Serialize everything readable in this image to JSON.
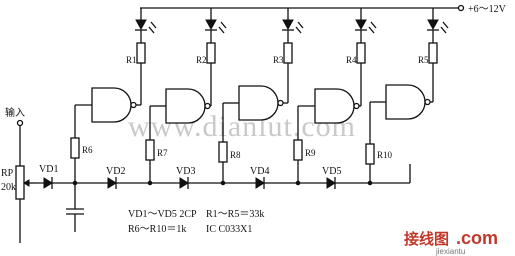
{
  "supply_label": "+6～12V",
  "input_label": "输入",
  "rp_label": "RP",
  "rp_value": "20k",
  "vd_labels": [
    "VD1",
    "VD2",
    "VD3",
    "VD4",
    "VD5"
  ],
  "r_top_labels": [
    "R1",
    "R2",
    "R3",
    "R4",
    "R5"
  ],
  "r_bottom_labels": [
    "R6",
    "R7",
    "R8",
    "R9",
    "R10"
  ],
  "notes": {
    "diodes": "VD1～VD5 2CP",
    "r_top": "R1～R5＝33k",
    "r_bottom": "R6～R10＝1k",
    "ic": "IC C033X1"
  },
  "watermark": "www.dianlut.com",
  "logo": {
    "cn": "接线图",
    "com": ".com",
    "domain": "jiexiantu"
  }
}
